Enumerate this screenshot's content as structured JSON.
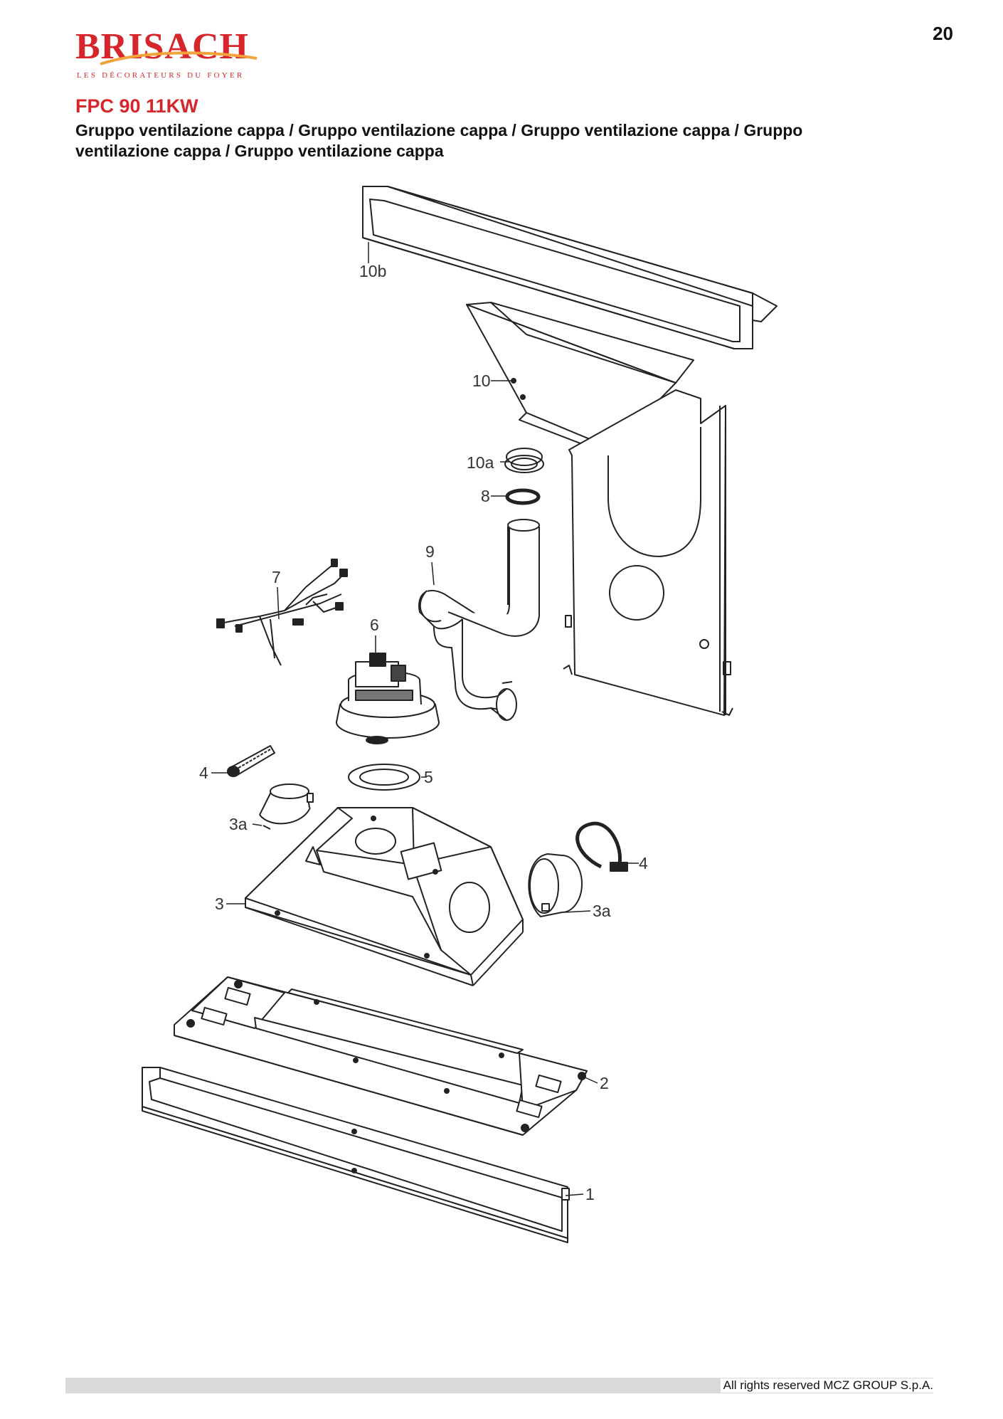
{
  "page_number": "20",
  "brand": {
    "name": "BRISACH",
    "tagline": "LES DÉCORATEURS DU FOYER",
    "color": "#d6262b"
  },
  "model_title": "FPC 90 11KW",
  "subtitle": "Gruppo ventilazione cappa / Gruppo ventilazione cappa / Gruppo ventilazione cappa / Gruppo ventilazione cappa / Gruppo ventilazione cappa",
  "diagram": {
    "labels": {
      "p10b": "10b",
      "p10": "10",
      "p10a": "10a",
      "p8": "8",
      "p9": "9",
      "p7": "7",
      "p6": "6",
      "p4_left": "4",
      "p5": "5",
      "p3a_left": "3a",
      "p4_right": "4",
      "p3": "3",
      "p3a_right": "3a",
      "p2": "2",
      "p1": "1"
    }
  },
  "footer": {
    "copyright": "All rights reserved MCZ GROUP S.p.A."
  }
}
